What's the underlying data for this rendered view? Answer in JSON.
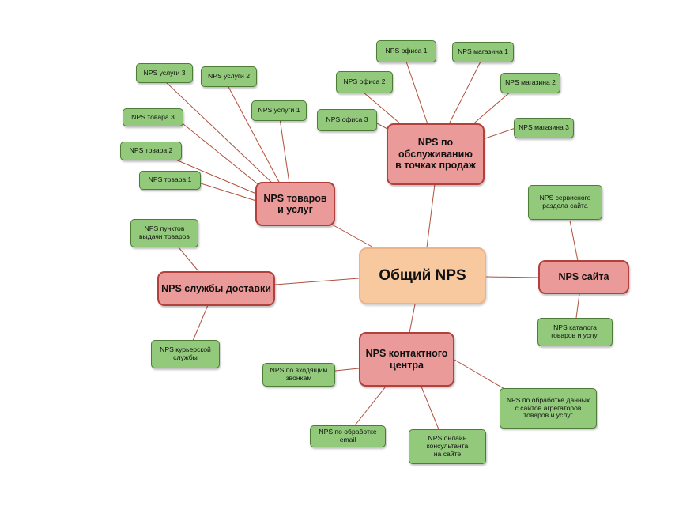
{
  "root": {
    "label": "Общий NPS"
  },
  "branches": {
    "services": {
      "label": "NPS товаров\nи услуг",
      "leaves": [
        "NPS услуги 3",
        "NPS услуги 2",
        "NPS услуги 1",
        "NPS товара 3",
        "NPS товара 2",
        "NPS товара 1"
      ]
    },
    "stores": {
      "label": "NPS по\nобслуживанию\nв точках продаж",
      "leaves": [
        "NPS офиса 1",
        "NPS магазина 1",
        "NPS офиса 2",
        "NPS магазина 2",
        "NPS офиса 3",
        "NPS магазина 3"
      ]
    },
    "delivery": {
      "label": "NPS службы доставки",
      "leaves": [
        "NPS пунктов\nвыдачи товаров",
        "NPS курьерской\nслужбы"
      ]
    },
    "site": {
      "label": "NPS сайта",
      "leaves": [
        "NPS сервисного\nраздела сайта",
        "NPS каталога\nтоваров и услуг"
      ]
    },
    "contact": {
      "label": "NPS контактного\nцентра",
      "leaves": [
        "NPS по входящим\nзвонкам",
        "NPS по обработке\nemail",
        "NPS онлайн\nконсультанта\nна сайте",
        "NPS по обработке данных\nс сайтов агрегаторов\nтоваров и услуг"
      ]
    }
  },
  "colors": {
    "root_fill": "#f8c99e",
    "branch_fill": "#ea9a98",
    "leaf_fill": "#92c97b",
    "connector": "#b0503c"
  }
}
